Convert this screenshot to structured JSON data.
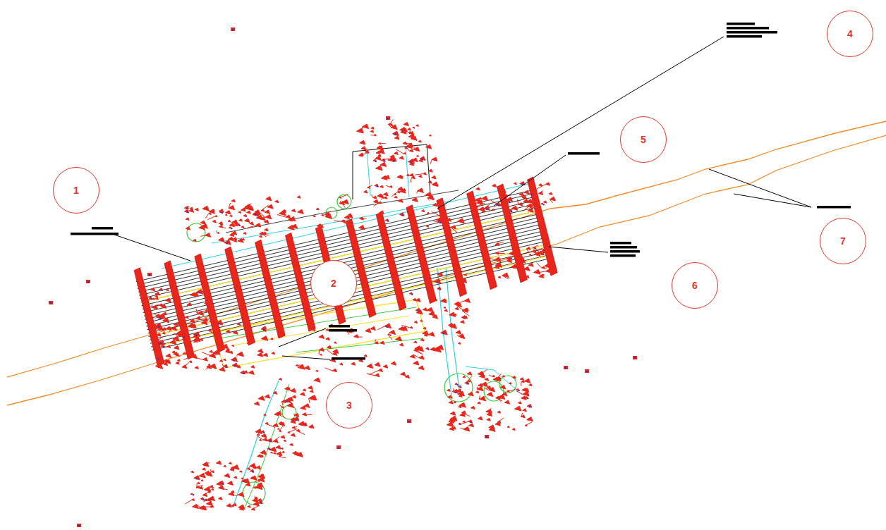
{
  "diagram": {
    "nodes": [
      {
        "text": [
          "4"
        ]
      },
      {
        "text": [
          "5"
        ]
      },
      {
        "text": [
          "1"
        ]
      },
      {
        "text": [
          "7"
        ]
      },
      {
        "text": [
          "2"
        ]
      },
      {
        "text": [
          "6"
        ]
      },
      {
        "text": [
          "3"
        ]
      }
    ]
  }
}
